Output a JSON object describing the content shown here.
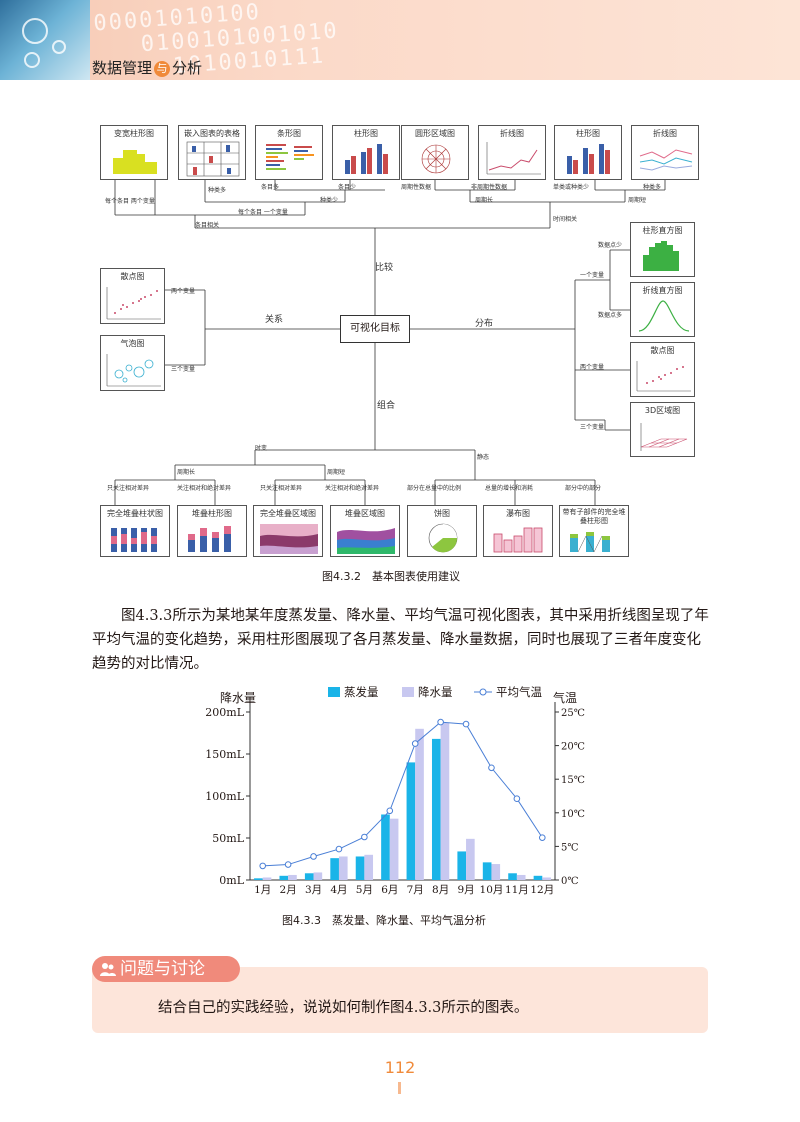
{
  "header": {
    "binary": "00001010100\n   0100101001010\n     1010010111",
    "title_left": "数据管理",
    "title_amp": "与",
    "title_right": "分析"
  },
  "flowchart": {
    "center": "可视化目标",
    "branches": {
      "compare": "比较",
      "relation": "关系",
      "distribution": "分布",
      "composition": "组合"
    },
    "top_boxes": [
      "变宽柱形图",
      "嵌入图表的表格",
      "条形图",
      "柱形图",
      "圆形区域图",
      "折线图",
      "柱形图",
      "折线图"
    ],
    "top_labels": {
      "a": "每个条目 两个变量",
      "b": "种类多",
      "c": "条目多",
      "d": "条目少",
      "e": "每个条目 一个变量",
      "f": "种类少",
      "g": "条目相关",
      "h": "周期性数据",
      "i": "非周期性数据",
      "j": "单类或种类少",
      "k": "种类多",
      "l": "周期长",
      "m": "周期短",
      "n": "时间相关"
    },
    "left_boxes": [
      "散点图",
      "气泡图"
    ],
    "left_labels": {
      "two": "两个变量",
      "three": "三个变量"
    },
    "right_boxes": [
      "柱形直方图",
      "折线直方图",
      "散点图",
      "3D区域图"
    ],
    "right_labels": {
      "few": "数据点少",
      "one": "一个变量",
      "many": "数据点多",
      "two": "两个变量",
      "three": "三个变量"
    },
    "bottom_boxes": [
      "完全堆叠柱状图",
      "堆叠柱形图",
      "完全堆叠区域图",
      "堆叠区域图",
      "饼图",
      "瀑布图",
      "带有子部件的完全堆叠柱形图"
    ],
    "bottom_labels": {
      "change": "时变",
      "static": "静态",
      "short": "周期短",
      "long": "周期长",
      "a": "只关注相对差异",
      "b": "关注相对和绝对差异",
      "c": "只关注相对差异",
      "d": "关注相对和绝对差异",
      "e": "部分在总量中的比例",
      "f": "总量的增长和消耗",
      "g": "部分中的部分"
    },
    "caption": "图4.3.2　基本图表使用建议"
  },
  "paragraph": "图4.3.3所示为某地某年度蒸发量、降水量、平均气温可视化图表，其中采用折线图呈现了年平均气温的变化趋势，采用柱形图展现了各月蒸发量、降水量数据，同时也展现了三者年度变化趋势的对比情况。",
  "chart_data": {
    "type": "bar",
    "categories": [
      "1月",
      "2月",
      "3月",
      "4月",
      "5月",
      "6月",
      "7月",
      "8月",
      "9月",
      "10月",
      "11月",
      "12月"
    ],
    "series": [
      {
        "name": "蒸发量",
        "type": "bar",
        "color": "#1ab4e8",
        "values": [
          2,
          5,
          8,
          26,
          28,
          78,
          140,
          168,
          34,
          21,
          8,
          5
        ]
      },
      {
        "name": "降水量",
        "type": "bar",
        "color": "#c8c8f0",
        "values": [
          3,
          6,
          9,
          28,
          30,
          73,
          180,
          187,
          49,
          19,
          6,
          3
        ]
      },
      {
        "name": "平均气温",
        "type": "line",
        "axis": "right",
        "color": "#4a7fd6",
        "values": [
          2.1,
          2.3,
          3.5,
          4.6,
          6.4,
          10.3,
          20.3,
          23.5,
          23.2,
          16.7,
          12.1,
          6.3
        ]
      }
    ],
    "ylabel_left": "降水量",
    "ylabel_right": "气温",
    "yticks_left": [
      "0mL",
      "50mL",
      "100mL",
      "150mL",
      "200mL"
    ],
    "yticks_right": [
      "0℃",
      "5℃",
      "10℃",
      "15℃",
      "20℃",
      "25℃"
    ],
    "ylim_left": [
      0,
      200
    ],
    "ylim_right": [
      0,
      25
    ],
    "legend": "top"
  },
  "chart_caption": "图4.3.3　蒸发量、降水量、平均气温分析",
  "discussion": {
    "title": "问题与讨论",
    "text": "结合自己的实践经验，说说如何制作图4.3.3所示的图表。"
  },
  "page_number": "112"
}
